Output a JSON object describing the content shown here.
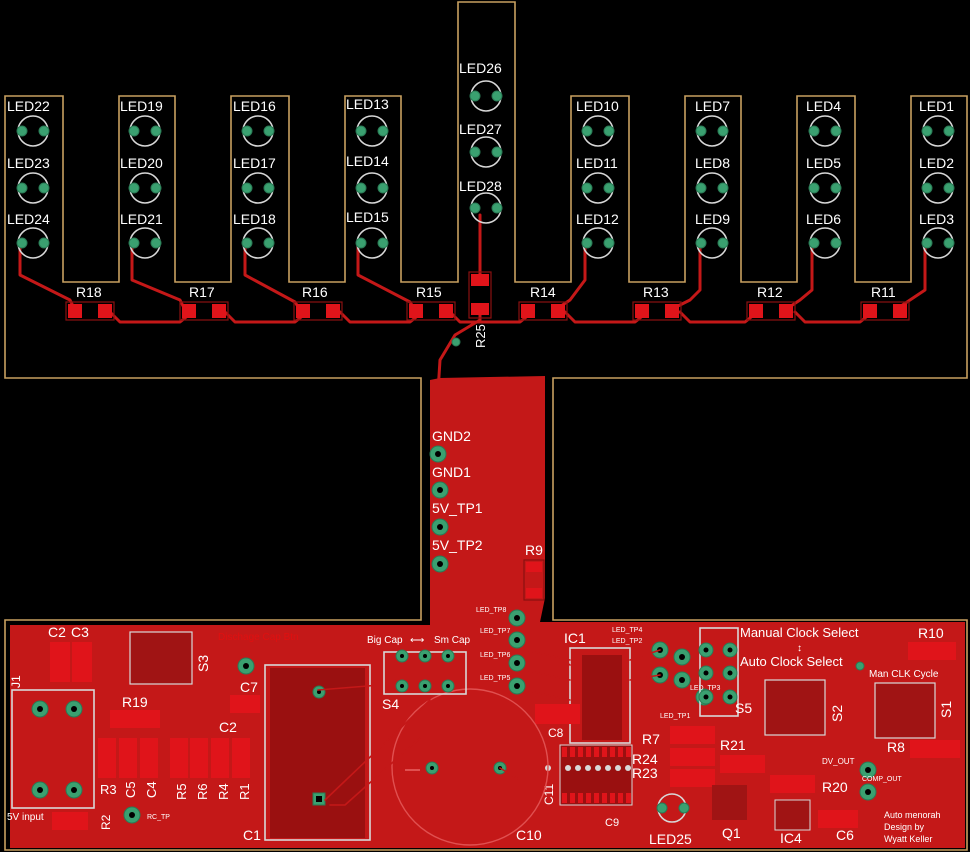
{
  "leds_top": [
    "LED1",
    "LED2",
    "LED3",
    "LED4",
    "LED5",
    "LED6",
    "LED7",
    "LED8",
    "LED9",
    "LED10",
    "LED11",
    "LED12",
    "LED13",
    "LED14",
    "LED15",
    "LED16",
    "LED17",
    "LED18",
    "LED19",
    "LED20",
    "LED21",
    "LED22",
    "LED23",
    "LED24",
    "LED26",
    "LED27",
    "LED28"
  ],
  "resistors": {
    "r11": "R11",
    "r12": "R12",
    "r13": "R13",
    "r14": "R14",
    "r15": "R15",
    "r16": "R16",
    "r17": "R17",
    "r18": "R18",
    "r25": "R25",
    "r9": "R9",
    "r10": "R10",
    "r19": "R19",
    "r3": "R3",
    "r2": "R2",
    "r5": "R5",
    "r6": "R6",
    "r4": "R4",
    "r1": "R1",
    "r7": "R7",
    "r24": "R24",
    "r23": "R23",
    "r21": "R21",
    "r20": "R20",
    "r8": "R8"
  },
  "testpoints": {
    "gnd2": "GND2",
    "gnd1": "GND1",
    "v5tp1": "5V_TP1",
    "v5tp2": "5V_TP2",
    "rc_tp": "RC_TP",
    "dv_out": "DV_OUT",
    "comp_out": "COMP_OUT",
    "led_tp1": "LED_TP1",
    "led_tp2": "LED_TP2",
    "led_tp3": "LED_TP3",
    "led_tp4": "LED_TP4",
    "led_tp5": "LED_TP5",
    "led_tp6": "LED_TP6",
    "led_tp7": "LED_TP7",
    "led_tp8": "LED_TP8"
  },
  "components": {
    "c1": "C1",
    "c2": "C2",
    "c3": "C3",
    "c4": "C4",
    "c5": "C5",
    "c6": "C6",
    "c7": "C7",
    "c8": "C8",
    "c9": "C9",
    "c10": "C10",
    "c11": "C11",
    "c22": "C2",
    "c33": "C3",
    "s1": "S1",
    "s2": "S2",
    "s3": "S3",
    "s4": "S4",
    "s5": "S5",
    "ic1": "IC1",
    "ic4": "IC4",
    "q1": "Q1",
    "led25": "LED25",
    "j1": "J1"
  },
  "annotations": {
    "manual_clock": "Manual Clock Select",
    "auto_clock": "Auto Clock Select",
    "man_clk_cycle": "Man CLK Cycle",
    "discharge": "Dischage Cap Btn",
    "big_cap": "Big Cap",
    "sm_cap": "Sm Cap",
    "input_5v": "5V input",
    "credit1": "Auto menorah",
    "credit2": "Design by",
    "credit3": "Wyatt Keller"
  },
  "colors": {
    "copper": "#c41818",
    "pad": "#e0141a",
    "outline": "#c8a060",
    "silk": "#d8d8d8",
    "via": "#3aa070",
    "background": "#000000"
  }
}
